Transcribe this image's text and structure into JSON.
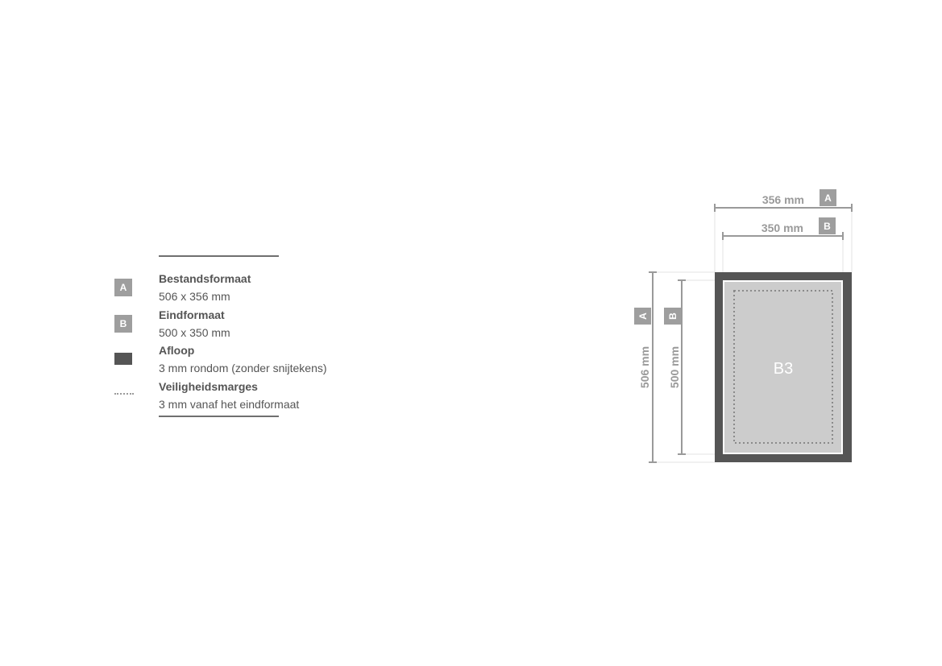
{
  "legend": {
    "items": [
      {
        "key": "A",
        "key_type": "badge",
        "title": "Bestandsformaat",
        "value": "506 x 356 mm"
      },
      {
        "key": "B",
        "key_type": "badge",
        "title": "Eindformaat",
        "value": "500 x 350 mm"
      },
      {
        "key": "",
        "key_type": "swatch",
        "title": "Afloop",
        "value": "3 mm rondom (zonder snijtekens)"
      },
      {
        "key": "",
        "key_type": "dotted",
        "title": "Veiligheidsmarges",
        "value": "3 mm vanaf het eindformaat"
      }
    ]
  },
  "diagram": {
    "format_label": "B3",
    "width_a": {
      "label": "356 mm",
      "badge": "A"
    },
    "width_b": {
      "label": "350 mm",
      "badge": "B"
    },
    "height_a": {
      "label": "506 mm",
      "badge": "A"
    },
    "height_b": {
      "label": "500 mm",
      "badge": "B"
    }
  },
  "colors": {
    "bleed": "#555555",
    "trim_area": "#cccccc",
    "badge": "#9e9e9e",
    "dimension": "#9a9a9a",
    "safety_margin": "#8a8a8a"
  }
}
